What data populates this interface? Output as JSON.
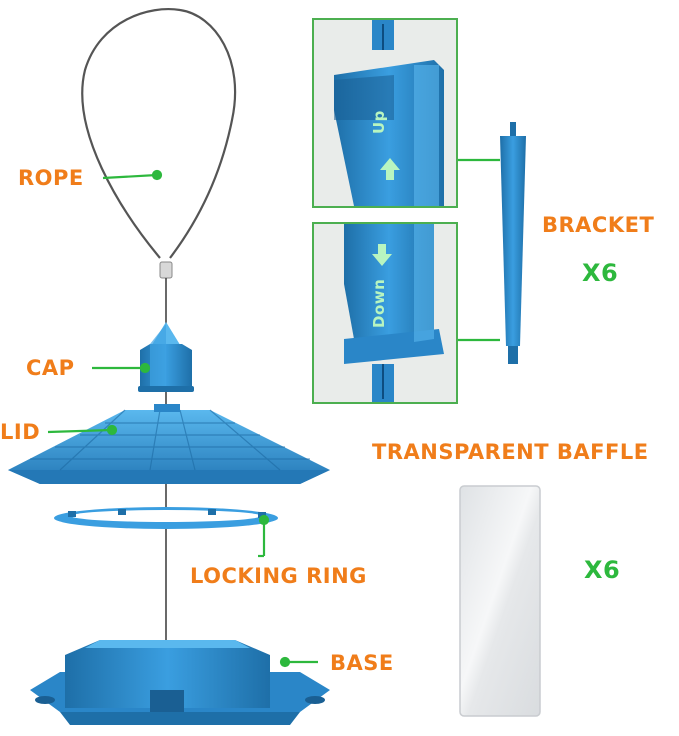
{
  "colors": {
    "label_orange": "#f07d1a",
    "pointer_green": "#2db83d",
    "part_blue": "#2d8fd0",
    "part_blue_dark": "#1e6fa8",
    "part_blue_light": "#56b4e9",
    "baffle_grey": "#e4e6e8",
    "inset_border": "#4caf50",
    "arrow_fill": "#b8f5c0"
  },
  "parts": {
    "rope": "ROPE",
    "cap": "CAP",
    "lid": "LID",
    "locking_ring": "LOCKING RING",
    "base": "BASE",
    "bracket": "BRACKET",
    "bracket_qty": "X6",
    "baffle": "TRANSPARENT BAFFLE",
    "baffle_qty": "X6"
  },
  "insets": {
    "up_text": "Up",
    "down_text": "Down"
  },
  "icons": {
    "up_arrow": "up-arrow-icon",
    "down_arrow": "down-arrow-icon",
    "pointer": "pointer-dot-icon"
  }
}
